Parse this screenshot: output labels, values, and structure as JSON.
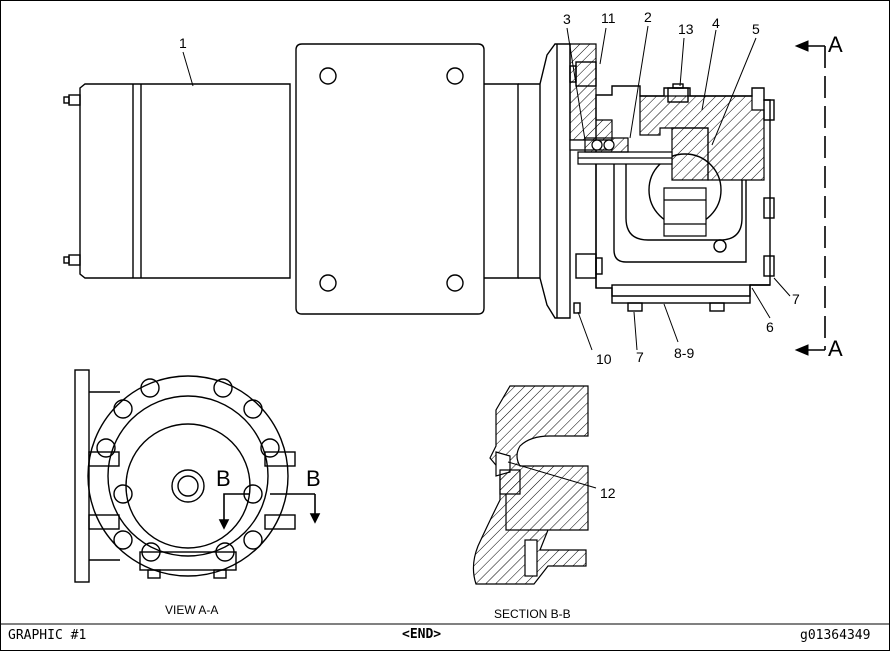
{
  "callouts": {
    "c1": "1",
    "c2": "2",
    "c3": "3",
    "c4": "4",
    "c5": "5",
    "c6": "6",
    "c7a": "7",
    "c7b": "7",
    "c8_9": "8-9",
    "c10": "10",
    "c11": "11",
    "c12": "12",
    "c13": "13"
  },
  "section_marks": {
    "a_top": "A",
    "a_bottom": "A",
    "b_left": "B",
    "b_right": "B"
  },
  "views": {
    "view_aa": "VIEW A-A",
    "section_bb": "SECTION B-B"
  },
  "footer": {
    "left": "GRAPHIC #1",
    "center": "<END>",
    "right": "g01364349"
  },
  "colors": {
    "line": "#000000",
    "background": "#ffffff"
  }
}
